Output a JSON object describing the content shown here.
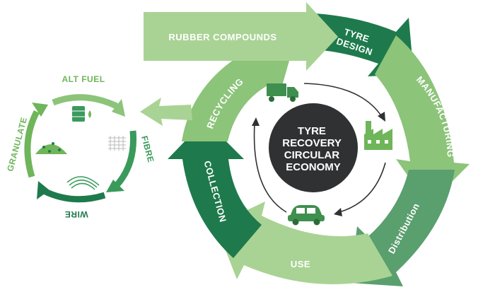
{
  "segments": {
    "rubber_compounds": "RUBBER COMPOUNDS",
    "tyre_design_line1": "TYRE",
    "tyre_design_line2": "DESIGN",
    "manufacturing": "MANUFACTURING",
    "distribution": "Distribution",
    "use": "USE",
    "collection": "COLLECTION",
    "recycling": "RECYCLING"
  },
  "core": {
    "line1": "TYRE",
    "line2": "RECOVERY",
    "line3": "CIRCULAR",
    "line4": "ECONOMY"
  },
  "small_cycle": {
    "alt_fuel": "ALT FUEL",
    "fibre": "FIBRE",
    "wire": "WIRE",
    "granulate": "GRANULATE"
  },
  "icons": [
    "truck-icon",
    "factory-icon",
    "car-icon",
    "oil-barrel-icon",
    "fibre-mesh-icon",
    "wire-coil-icon",
    "granulate-pile-icon"
  ],
  "colors": {
    "dark_green": "#1e7a4c",
    "mid_green": "#3a9a5c",
    "light_green": "#8cc47a",
    "pale_green": "#a9d394",
    "teal_green": "#5a9f6e",
    "core": "#2f3133",
    "arrow_green": "#4aa04a"
  }
}
